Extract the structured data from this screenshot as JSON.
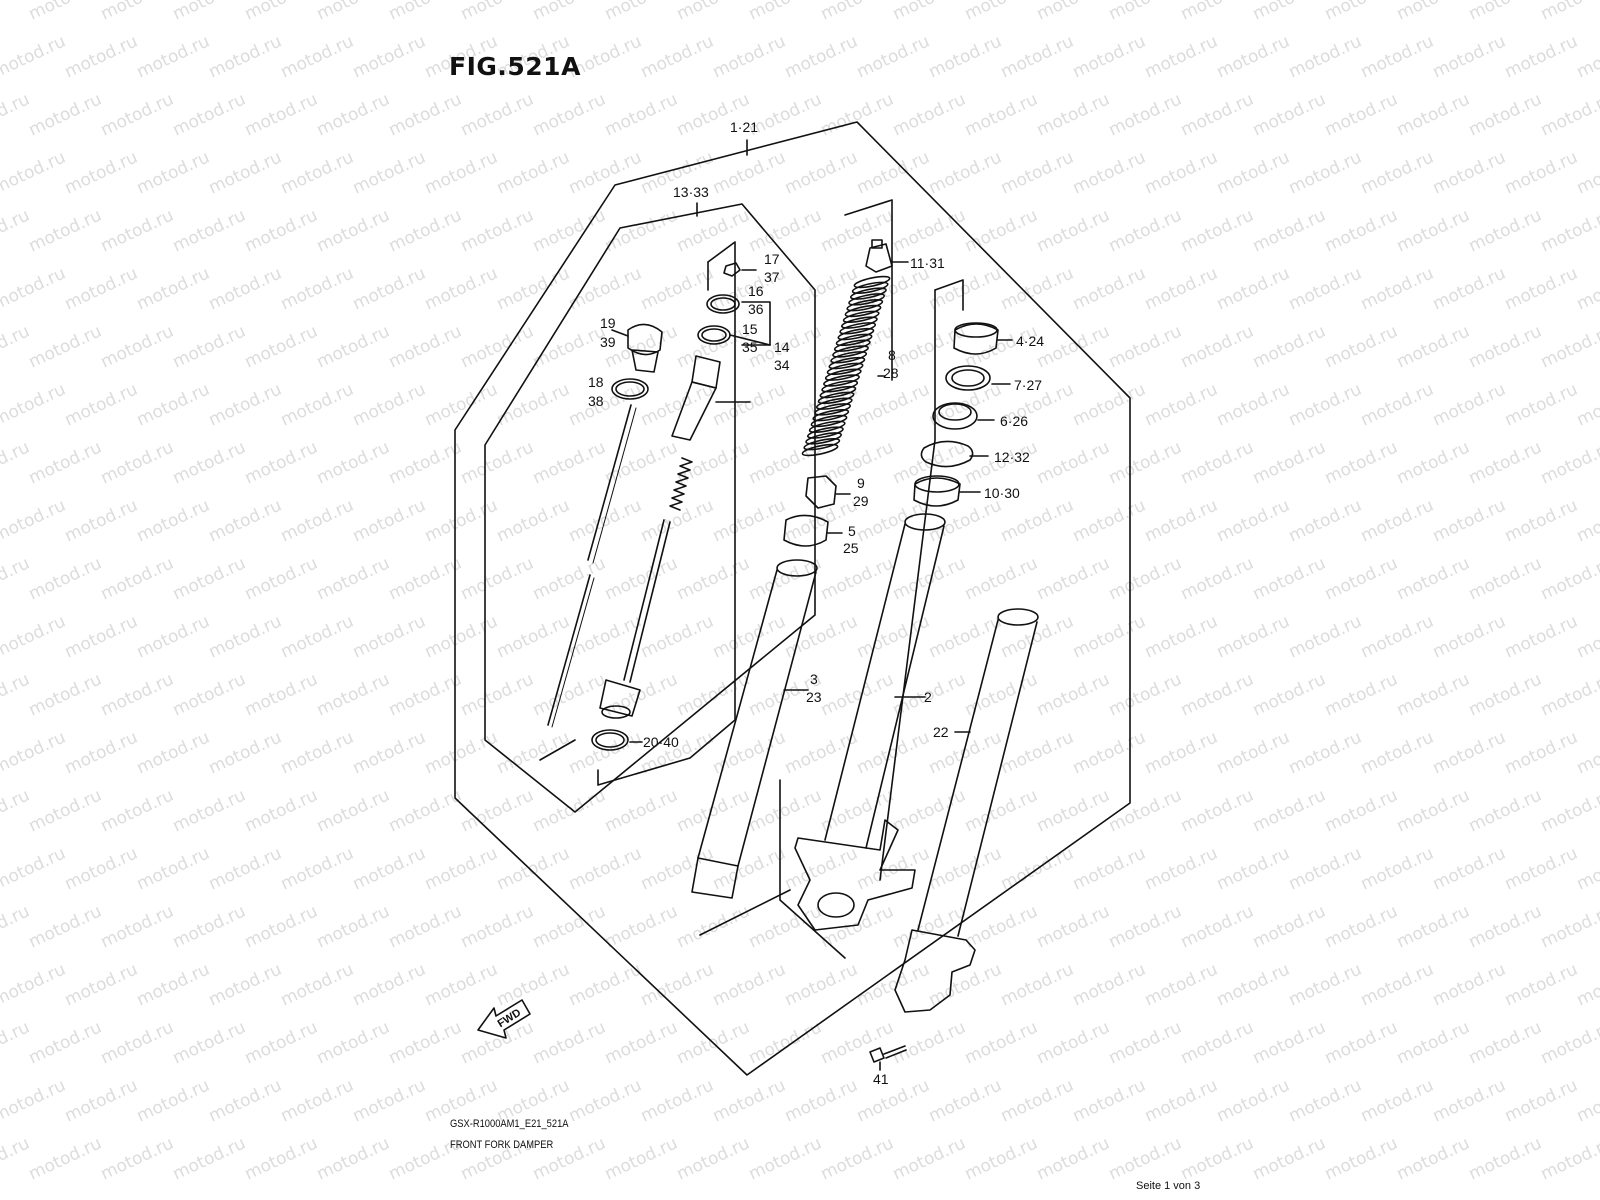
{
  "watermark": "motod.ru",
  "figure_title": "FIG.521A",
  "model_code": "GSX-R1000AM1_E21_521A",
  "diagram_name": "FRONT FORK DAMPER",
  "page_note": "Seite 1 von 3",
  "fwd_label": "FWD",
  "callouts": {
    "c1_21": "1·21",
    "c13_33": "13·33",
    "c17": "17",
    "c37": "37",
    "c16": "16",
    "c36": "36",
    "c15": "15",
    "c35": "35",
    "c14": "14",
    "c34": "34",
    "c19": "19",
    "c39": "39",
    "c18": "18",
    "c38": "38",
    "c20_40": "20·40",
    "c11_31": "11·31",
    "c8": "8",
    "c28": "28",
    "c9": "9",
    "c29": "29",
    "c5": "5",
    "c25": "25",
    "c3": "3",
    "c23": "23",
    "c2": "2",
    "c4_24": "4·24",
    "c7_27": "7·27",
    "c6_26": "6·26",
    "c12_32": "12·32",
    "c10_30": "10·30",
    "c22": "22",
    "c41": "41"
  }
}
